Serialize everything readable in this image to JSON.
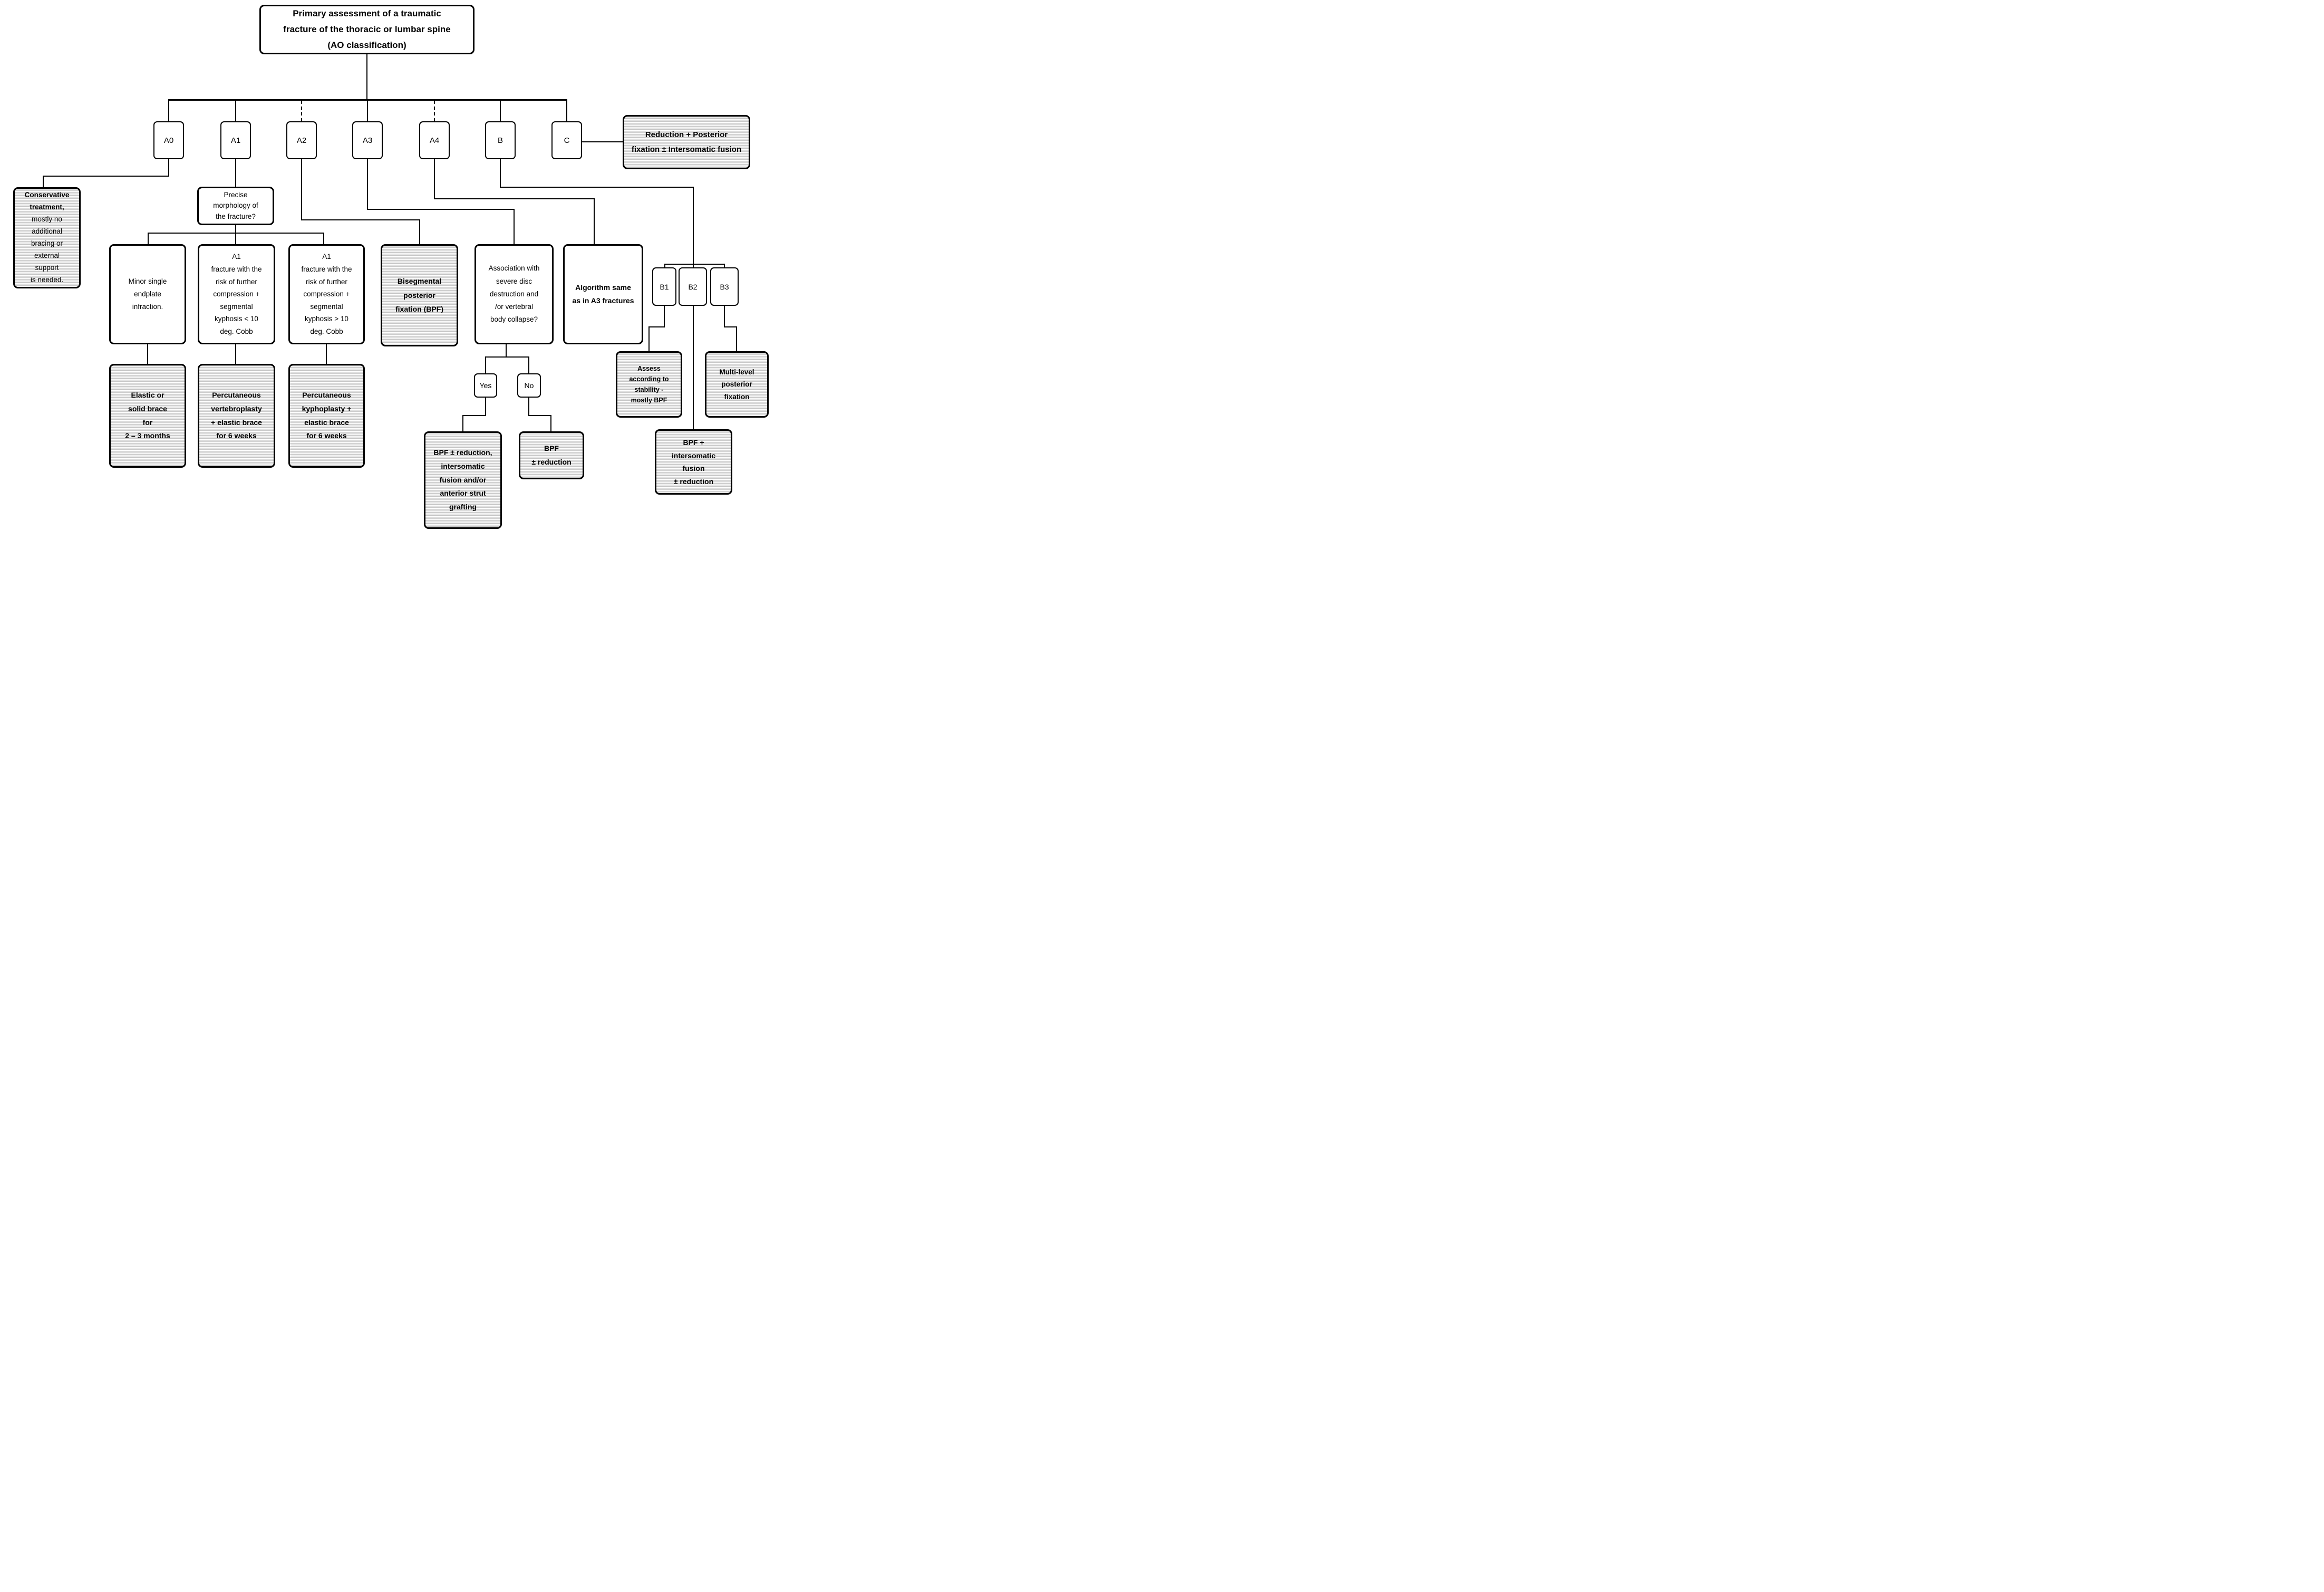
{
  "diagram": {
    "title": "Primary assessment of a traumatic\nfracture of the thoracic or lumbar spine\n(AO classification)",
    "categories": {
      "a0": "A0",
      "a1": "A1",
      "a2": "A2",
      "a3": "A3",
      "a4": "A4",
      "b": "B",
      "c": "C"
    },
    "subcategories": {
      "b1": "B1",
      "b2": "B2",
      "b3": "B3"
    },
    "decision": {
      "yes": "Yes",
      "no": "No"
    },
    "nodes": {
      "reduction_posterior": "Reduction + Posterior\nfixation ± Intersomatic fusion",
      "conservative_lead": "Conservative\ntreatment,",
      "conservative_rest": "mostly no\nadditional\nbracing or\nexternal\nsupport\nis needed.",
      "precise_morphology": "Precise\nmorphology of\nthe fracture?",
      "minor_endplate": "Minor single\nendplate\ninfraction.",
      "a1_kyphosis_lt10": "A1\nfracture with the\nrisk of further\ncompression +\nsegmental\nkyphosis < 10\ndeg. Cobb",
      "a1_kyphosis_gt10": "A1\nfracture with the\nrisk of further\ncompression +\nsegmental\nkyphosis > 10\ndeg. Cobb",
      "bisegmental_bpf": "Bisegmental\nposterior\nfixation (BPF)",
      "association_question": "Association with\nsevere disc\ndestruction and\n/or vertebral\nbody collapse?",
      "algorithm_a3": "Algorithm same\nas in A3 fractures",
      "assess_stability": "Assess\naccording to\nstability -\nmostly BPF",
      "multilevel_fixation": "Multi-level\nposterior\nfixation",
      "elastic_brace": "Elastic or\nsolid brace\nfor\n2 – 3 months",
      "vertebroplasty": "Percutaneous\nvertebroplasty\n+ elastic brace\nfor 6 weeks",
      "kyphoplasty": "Percutaneous\nkyphoplasty +\nelastic brace\nfor 6 weeks",
      "bpf_fusion_grafting": "BPF ± reduction,\nintersomatic\nfusion and/or\nanterior strut\ngrafting",
      "bpf_reduction": "BPF\n± reduction",
      "bpf_intersomatic": "BPF +\nintersomatic\nfusion\n± reduction"
    },
    "colors": {
      "hatch": "#c6c6c6",
      "line": "#000000",
      "background": "#ffffff"
    }
  }
}
